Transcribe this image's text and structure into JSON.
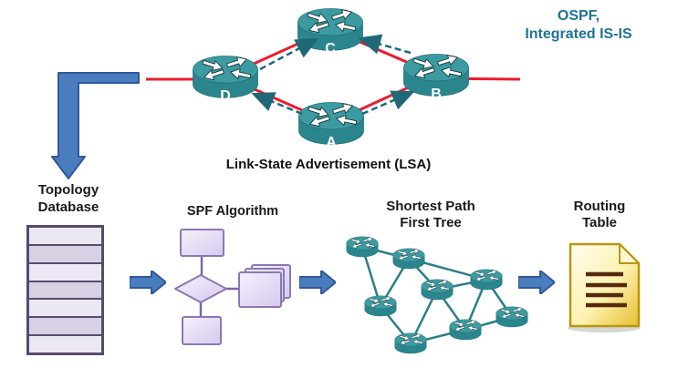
{
  "annotation": {
    "line1": "OSPF,",
    "line2": "Integrated IS-IS"
  },
  "lsa": {
    "caption": "Link-State Advertisement (LSA)"
  },
  "routers": {
    "top": "C",
    "left": "D",
    "right": "B",
    "bottom": "A"
  },
  "pipeline": {
    "topology_database": {
      "line1": "Topology",
      "line2": "Database"
    },
    "spf_algorithm": {
      "label": "SPF Algorithm"
    },
    "spf_tree": {
      "line1": "Shortest Path",
      "line2": "First Tree"
    },
    "routing_table": {
      "line1": "Routing",
      "line2": "Table"
    }
  },
  "colors": {
    "router_teal": "#2e8f96",
    "link_red": "#ed1c2d",
    "lsa_arrow_teal": "#1e6877",
    "flow_arrow_blue": "#4a7dbd",
    "database_purple": "#574a6e",
    "flowchart_lavender": "#e6def4",
    "document_yellow": "#f7dc6a",
    "annotation_teal": "#1d7495"
  }
}
